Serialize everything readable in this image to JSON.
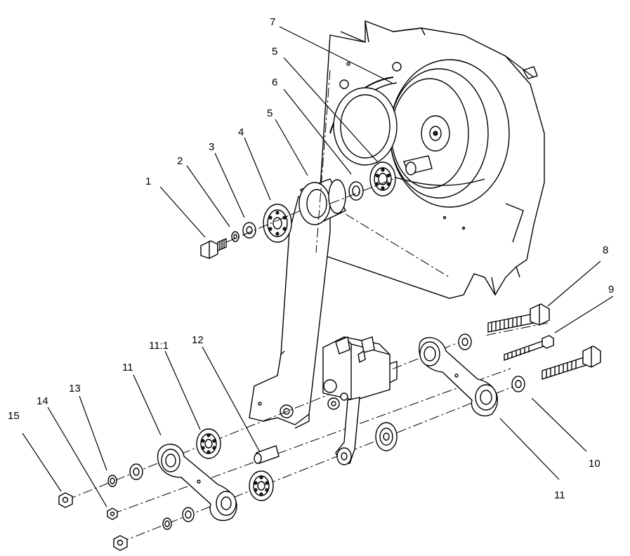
{
  "callouts": {
    "c1": "1",
    "c2": "2",
    "c3": "3",
    "c4": "4",
    "c5a": "5",
    "c5b": "5",
    "c6": "6",
    "c7": "7",
    "c8": "8",
    "c9": "9",
    "c10": "10",
    "c11a": "11",
    "c11b": "11",
    "c11_1": "11:1",
    "c12": "12",
    "c13": "13",
    "c14": "14",
    "c15": "15"
  }
}
